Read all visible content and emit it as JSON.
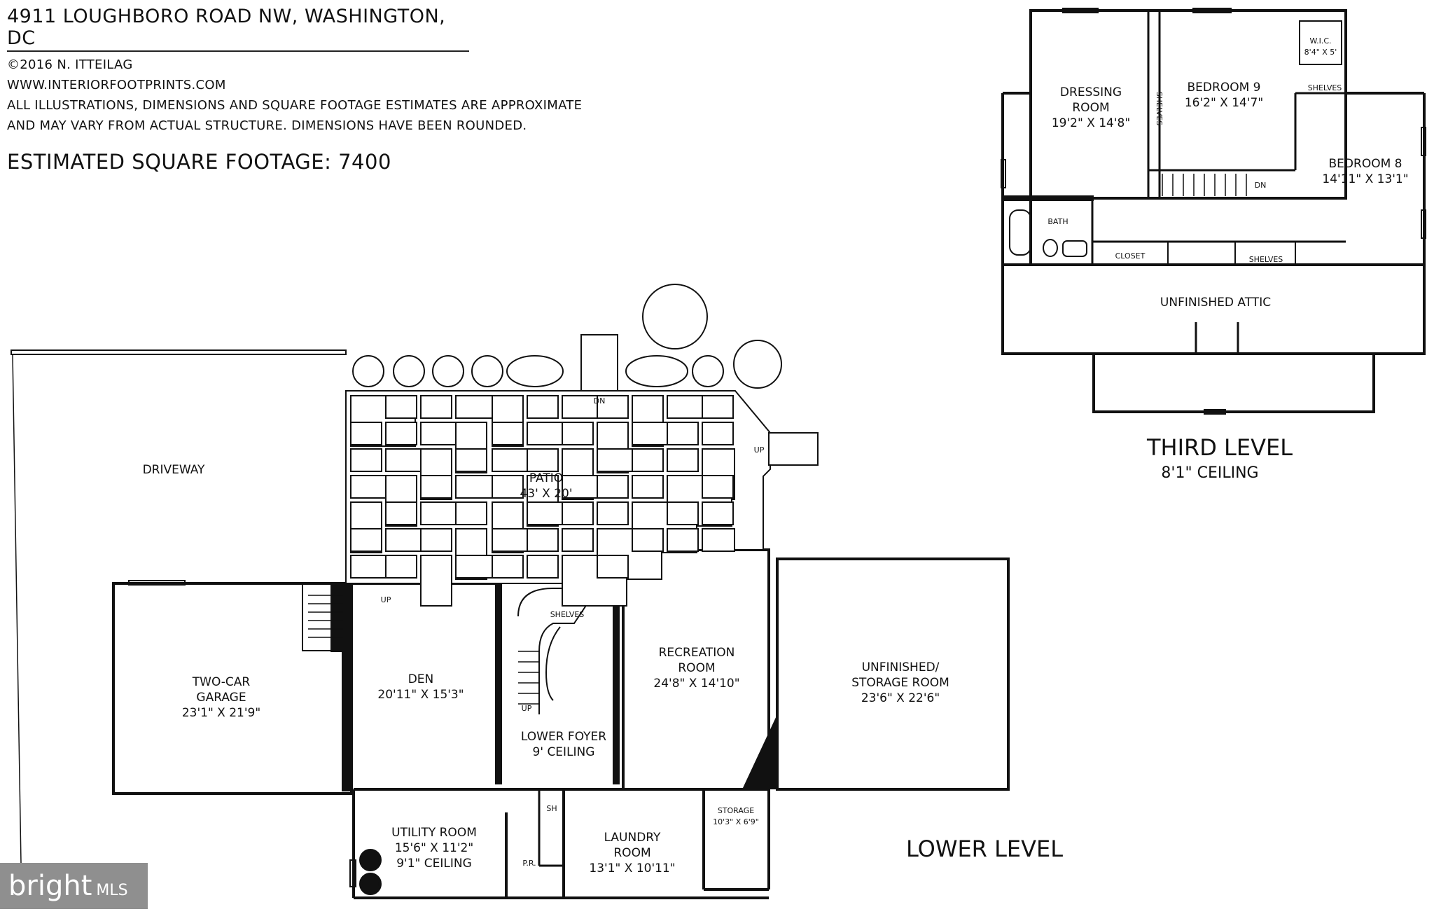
{
  "header": {
    "address": "4911 LOUGHBORO ROAD NW, WASHINGTON, DC",
    "copyright": "©2016 N. ITTEILAG",
    "website": "WWW.INTERIORFOOTPRINTS.COM",
    "disclaimer_1": "ALL ILLUSTRATIONS, DIMENSIONS AND SQUARE FOOTAGE ESTIMATES ARE APPROXIMATE",
    "disclaimer_2": "AND MAY VARY FROM ACTUAL STRUCTURE. DIMENSIONS HAVE BEEN ROUNDED.",
    "sqft": "ESTIMATED SQUARE FOOTAGE: 7400"
  },
  "third_level": {
    "title": "THIRD LEVEL",
    "ceiling": "8'1\" CEILING",
    "dressing": {
      "name1": "DRESSING",
      "name2": "ROOM",
      "dims": "19'2\" X 14'8\""
    },
    "bedroom9": {
      "name": "BEDROOM 9",
      "dims": "16'2\" X 14'7\""
    },
    "bedroom8": {
      "name": "BEDROOM 8",
      "dims": "14'11\" X 13'1\""
    },
    "wic": {
      "name": "W.I.C.",
      "dims": "8'4\" X 5'"
    },
    "bath": "BATH",
    "closet": "CLOSET",
    "shelves": "SHELVES",
    "dn": "DN",
    "attic": "UNFINISHED ATTIC"
  },
  "lower_level": {
    "title": "LOWER LEVEL",
    "driveway": "DRIVEWAY",
    "patio": {
      "name": "PATIO",
      "dims": "43' X 20'"
    },
    "garage": {
      "name1": "TWO-CAR",
      "name2": "GARAGE",
      "dims": "23'1\" X 21'9\""
    },
    "den": {
      "name": "DEN",
      "dims": "20'11\" X 15'3\""
    },
    "rec": {
      "name1": "RECREATION",
      "name2": "ROOM",
      "dims": "24'8\" X 14'10\""
    },
    "unfinished": {
      "name1": "UNFINISHED/",
      "name2": "STORAGE ROOM",
      "dims": "23'6\" X 22'6\""
    },
    "foyer": {
      "name": "LOWER FOYER",
      "ceiling": "9' CEILING"
    },
    "utility": {
      "name": "UTILITY ROOM",
      "dims": "15'6\" X 11'2\"",
      "ceiling": "9'1\" CEILING"
    },
    "laundry": {
      "name1": "LAUNDRY",
      "name2": "ROOM",
      "dims": "13'1\" X 10'11\""
    },
    "storage": {
      "name": "STORAGE",
      "dims": "10'3\" X 6'9\""
    },
    "shelves": "SHELVES",
    "sh": "SH",
    "pr": "P.R.",
    "up": "UP",
    "dn": "DN"
  },
  "logo": {
    "brand": "bright",
    "mls": "MLS"
  }
}
